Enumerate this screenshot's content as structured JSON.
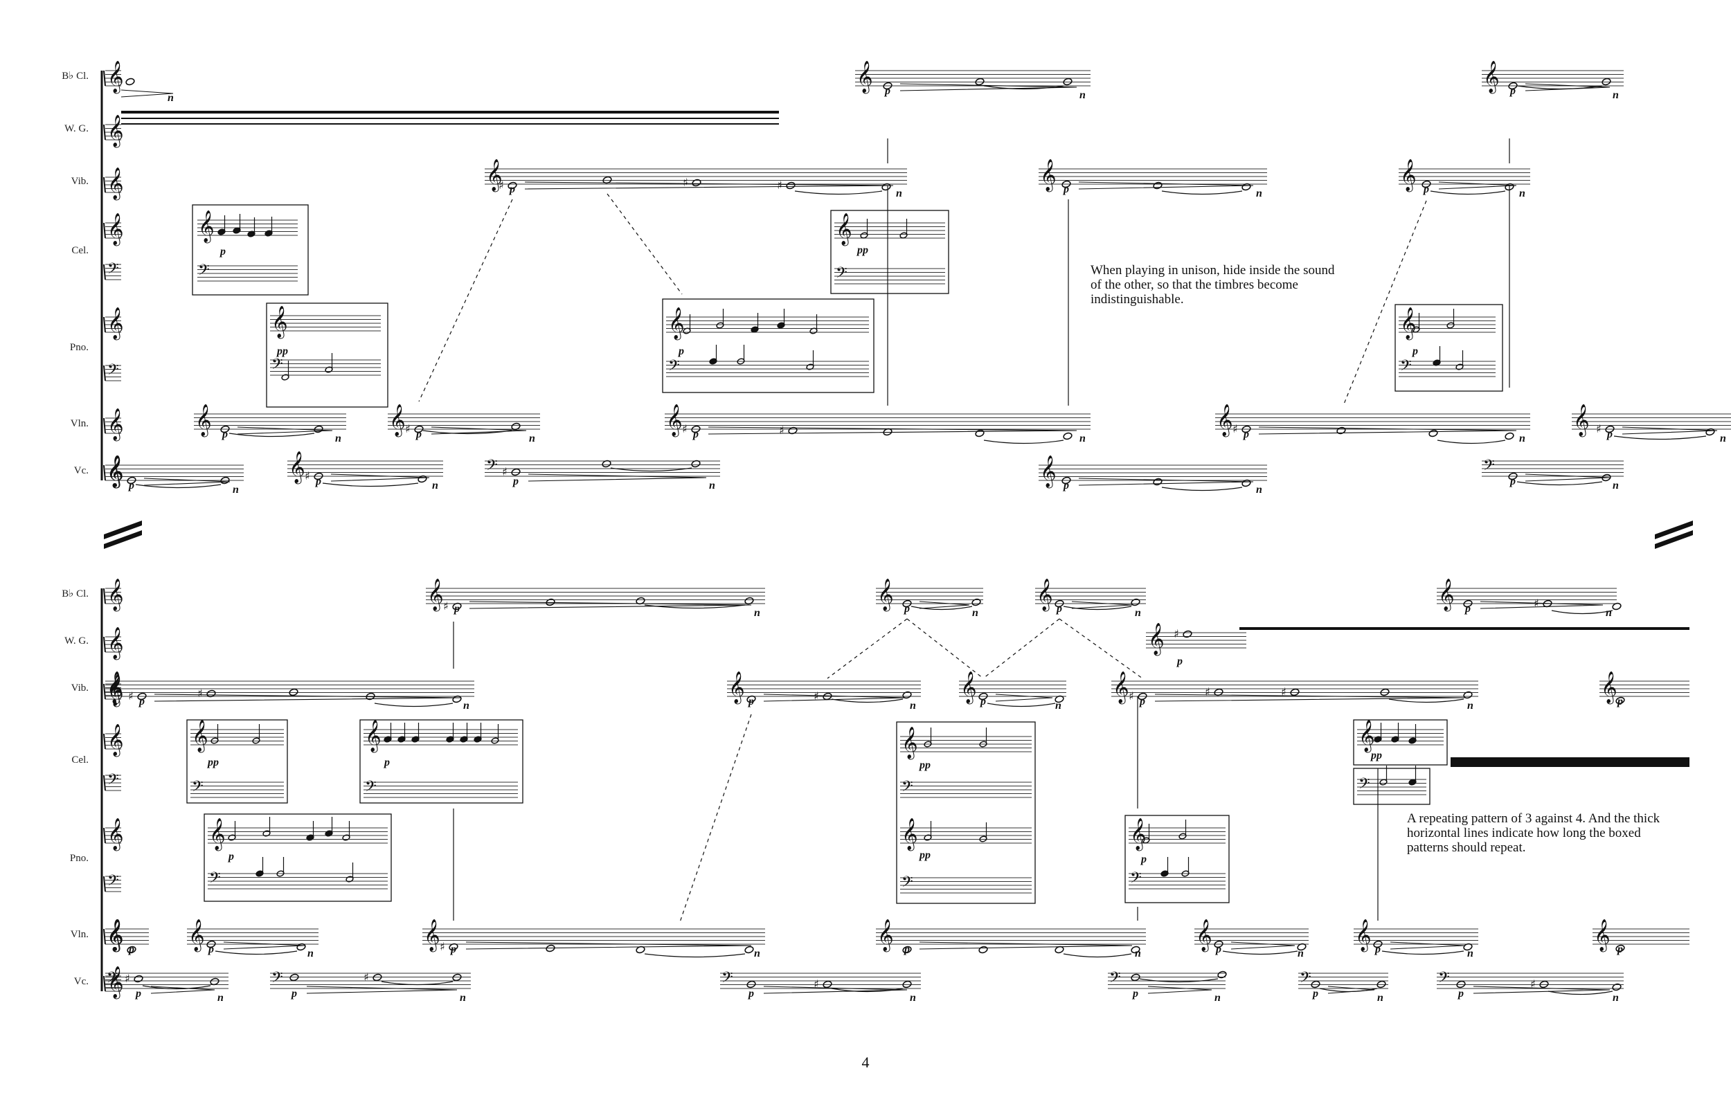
{
  "page": {
    "number": "4"
  },
  "instruments": {
    "clarinet": "B♭ Cl.",
    "wind_gong": "W. G.",
    "vibraphone": "Vib.",
    "celesta": "Cel.",
    "piano": "Pno.",
    "violin": "Vln.",
    "cello": "Vc."
  },
  "annotations": {
    "unison": "When playing in unison, hide inside the sound of the other, so that the timbres become indistinguishable.",
    "pattern": "A repeating pattern of 3 against 4. And the thick horizontal lines indicate how long the boxed patterns should repeat."
  },
  "dynamics": {
    "p": "p",
    "pp": "pp",
    "niente": "n"
  },
  "symbols": {
    "treble_clef": "treble-clef-icon",
    "bass_clef": "bass-clef-icon",
    "system_divider": "double-slash-icon"
  }
}
